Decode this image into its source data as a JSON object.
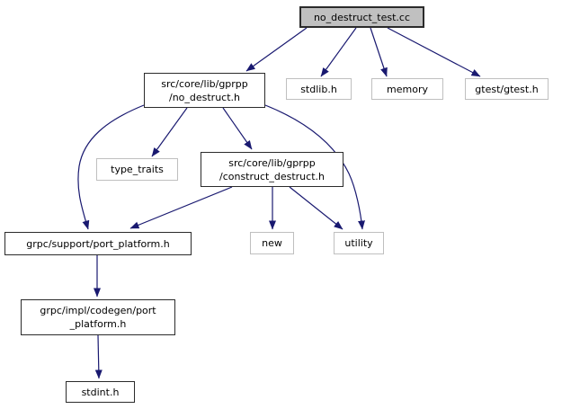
{
  "graph": {
    "kind": "include-dependency-graph",
    "colors": {
      "edge": "#191970",
      "root_fill": "#c0c0c0",
      "internal_border": "#2b2b2b",
      "external_border": "#bfbfbf",
      "background": "#ffffff"
    },
    "nodes": {
      "no_destruct_test_cc": {
        "lines": [
          "no_destruct_test.cc"
        ],
        "type": "root"
      },
      "no_destruct_h": {
        "lines": [
          "src/core/lib/gprpp",
          "/no_destruct.h"
        ],
        "type": "internal"
      },
      "stdlib_h": {
        "lines": [
          "stdlib.h"
        ],
        "type": "external"
      },
      "memory": {
        "lines": [
          "memory"
        ],
        "type": "external"
      },
      "gtest_gtest_h": {
        "lines": [
          "gtest/gtest.h"
        ],
        "type": "external"
      },
      "type_traits": {
        "lines": [
          "type_traits"
        ],
        "type": "external"
      },
      "construct_destruct_h": {
        "lines": [
          "src/core/lib/gprpp",
          "/construct_destruct.h"
        ],
        "type": "internal"
      },
      "port_platform_h": {
        "lines": [
          "grpc/support/port_platform.h"
        ],
        "type": "internal"
      },
      "new": {
        "lines": [
          "new"
        ],
        "type": "external"
      },
      "utility": {
        "lines": [
          "utility"
        ],
        "type": "external"
      },
      "codegen_port_platform_h": {
        "lines": [
          "grpc/impl/codegen/port",
          "_platform.h"
        ],
        "type": "internal"
      },
      "stdint_h": {
        "lines": [
          "stdint.h"
        ],
        "type": "internal"
      }
    },
    "edges": [
      {
        "from": "no_destruct_test_cc",
        "to": "no_destruct_h"
      },
      {
        "from": "no_destruct_test_cc",
        "to": "stdlib_h"
      },
      {
        "from": "no_destruct_test_cc",
        "to": "memory"
      },
      {
        "from": "no_destruct_test_cc",
        "to": "gtest_gtest_h"
      },
      {
        "from": "no_destruct_h",
        "to": "type_traits"
      },
      {
        "from": "no_destruct_h",
        "to": "construct_destruct_h"
      },
      {
        "from": "no_destruct_h",
        "to": "port_platform_h"
      },
      {
        "from": "no_destruct_h",
        "to": "utility"
      },
      {
        "from": "construct_destruct_h",
        "to": "port_platform_h"
      },
      {
        "from": "construct_destruct_h",
        "to": "new"
      },
      {
        "from": "construct_destruct_h",
        "to": "utility"
      },
      {
        "from": "port_platform_h",
        "to": "codegen_port_platform_h"
      },
      {
        "from": "codegen_port_platform_h",
        "to": "stdint_h"
      }
    ]
  }
}
